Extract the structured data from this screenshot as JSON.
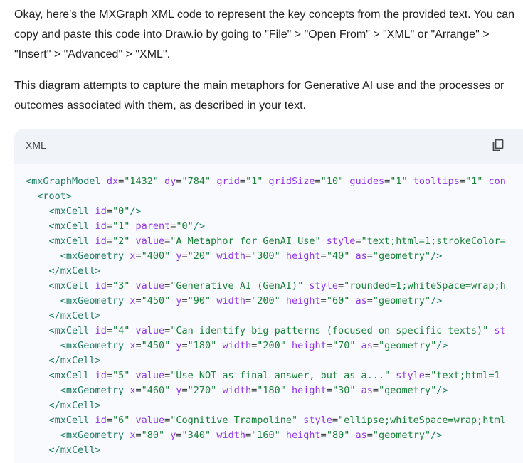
{
  "intro_text": "Okay, here's the MXGraph XML code to represent the key concepts from the provided text. You can copy and paste this code into Draw.io by going to \"File\" > \"Open From\" > \"XML\" or \"Arrange\" > \"Insert\" > \"Advanced\" > \"XML\".",
  "description_text": "This diagram attempts to capture the main metaphors for Generative AI use and the processes or outcomes associated with them, as described in your text.",
  "code_block": {
    "language": "XML",
    "copy_icon": "copy-icon",
    "lines": [
      [
        {
          "t": "tag",
          "v": "<mxGraphModel"
        },
        {
          "t": "punc",
          "v": " "
        },
        {
          "t": "attr",
          "v": "dx"
        },
        {
          "t": "punc",
          "v": "="
        },
        {
          "t": "str",
          "v": "\"1432\""
        },
        {
          "t": "punc",
          "v": " "
        },
        {
          "t": "attr",
          "v": "dy"
        },
        {
          "t": "punc",
          "v": "="
        },
        {
          "t": "str",
          "v": "\"784\""
        },
        {
          "t": "punc",
          "v": " "
        },
        {
          "t": "attr",
          "v": "grid"
        },
        {
          "t": "punc",
          "v": "="
        },
        {
          "t": "str",
          "v": "\"1\""
        },
        {
          "t": "punc",
          "v": " "
        },
        {
          "t": "attr",
          "v": "gridSize"
        },
        {
          "t": "punc",
          "v": "="
        },
        {
          "t": "str",
          "v": "\"10\""
        },
        {
          "t": "punc",
          "v": " "
        },
        {
          "t": "attr",
          "v": "guides"
        },
        {
          "t": "punc",
          "v": "="
        },
        {
          "t": "str",
          "v": "\"1\""
        },
        {
          "t": "punc",
          "v": " "
        },
        {
          "t": "attr",
          "v": "tooltips"
        },
        {
          "t": "punc",
          "v": "="
        },
        {
          "t": "str",
          "v": "\"1\""
        },
        {
          "t": "punc",
          "v": " "
        },
        {
          "t": "attr",
          "v": "con"
        }
      ],
      [
        {
          "t": "punc",
          "v": "  "
        },
        {
          "t": "tag",
          "v": "<root>"
        }
      ],
      [
        {
          "t": "punc",
          "v": "    "
        },
        {
          "t": "tag",
          "v": "<mxCell"
        },
        {
          "t": "punc",
          "v": " "
        },
        {
          "t": "attr",
          "v": "id"
        },
        {
          "t": "punc",
          "v": "="
        },
        {
          "t": "str",
          "v": "\"0\""
        },
        {
          "t": "tag",
          "v": "/>"
        }
      ],
      [
        {
          "t": "punc",
          "v": "    "
        },
        {
          "t": "tag",
          "v": "<mxCell"
        },
        {
          "t": "punc",
          "v": " "
        },
        {
          "t": "attr",
          "v": "id"
        },
        {
          "t": "punc",
          "v": "="
        },
        {
          "t": "str",
          "v": "\"1\""
        },
        {
          "t": "punc",
          "v": " "
        },
        {
          "t": "attr",
          "v": "parent"
        },
        {
          "t": "punc",
          "v": "="
        },
        {
          "t": "str",
          "v": "\"0\""
        },
        {
          "t": "tag",
          "v": "/>"
        }
      ],
      [
        {
          "t": "punc",
          "v": "    "
        },
        {
          "t": "tag",
          "v": "<mxCell"
        },
        {
          "t": "punc",
          "v": " "
        },
        {
          "t": "attr",
          "v": "id"
        },
        {
          "t": "punc",
          "v": "="
        },
        {
          "t": "str",
          "v": "\"2\""
        },
        {
          "t": "punc",
          "v": " "
        },
        {
          "t": "attr",
          "v": "value"
        },
        {
          "t": "punc",
          "v": "="
        },
        {
          "t": "str",
          "v": "\"A Metaphor for GenAI Use\""
        },
        {
          "t": "punc",
          "v": " "
        },
        {
          "t": "attr",
          "v": "style"
        },
        {
          "t": "punc",
          "v": "="
        },
        {
          "t": "str",
          "v": "\"text;html=1;strokeColor="
        }
      ],
      [
        {
          "t": "punc",
          "v": "      "
        },
        {
          "t": "tag",
          "v": "<mxGeometry"
        },
        {
          "t": "punc",
          "v": " "
        },
        {
          "t": "attr",
          "v": "x"
        },
        {
          "t": "punc",
          "v": "="
        },
        {
          "t": "str",
          "v": "\"400\""
        },
        {
          "t": "punc",
          "v": " "
        },
        {
          "t": "attr",
          "v": "y"
        },
        {
          "t": "punc",
          "v": "="
        },
        {
          "t": "str",
          "v": "\"20\""
        },
        {
          "t": "punc",
          "v": " "
        },
        {
          "t": "attr",
          "v": "width"
        },
        {
          "t": "punc",
          "v": "="
        },
        {
          "t": "str",
          "v": "\"300\""
        },
        {
          "t": "punc",
          "v": " "
        },
        {
          "t": "attr",
          "v": "height"
        },
        {
          "t": "punc",
          "v": "="
        },
        {
          "t": "str",
          "v": "\"40\""
        },
        {
          "t": "punc",
          "v": " "
        },
        {
          "t": "attr",
          "v": "as"
        },
        {
          "t": "punc",
          "v": "="
        },
        {
          "t": "str",
          "v": "\"geometry\""
        },
        {
          "t": "tag",
          "v": "/>"
        }
      ],
      [
        {
          "t": "punc",
          "v": "    "
        },
        {
          "t": "tag",
          "v": "</mxCell>"
        }
      ],
      [
        {
          "t": "punc",
          "v": "    "
        },
        {
          "t": "tag",
          "v": "<mxCell"
        },
        {
          "t": "punc",
          "v": " "
        },
        {
          "t": "attr",
          "v": "id"
        },
        {
          "t": "punc",
          "v": "="
        },
        {
          "t": "str",
          "v": "\"3\""
        },
        {
          "t": "punc",
          "v": " "
        },
        {
          "t": "attr",
          "v": "value"
        },
        {
          "t": "punc",
          "v": "="
        },
        {
          "t": "str",
          "v": "\"Generative AI (GenAI)\""
        },
        {
          "t": "punc",
          "v": " "
        },
        {
          "t": "attr",
          "v": "style"
        },
        {
          "t": "punc",
          "v": "="
        },
        {
          "t": "str",
          "v": "\"rounded=1;whiteSpace=wrap;h"
        }
      ],
      [
        {
          "t": "punc",
          "v": "      "
        },
        {
          "t": "tag",
          "v": "<mxGeometry"
        },
        {
          "t": "punc",
          "v": " "
        },
        {
          "t": "attr",
          "v": "x"
        },
        {
          "t": "punc",
          "v": "="
        },
        {
          "t": "str",
          "v": "\"450\""
        },
        {
          "t": "punc",
          "v": " "
        },
        {
          "t": "attr",
          "v": "y"
        },
        {
          "t": "punc",
          "v": "="
        },
        {
          "t": "str",
          "v": "\"90\""
        },
        {
          "t": "punc",
          "v": " "
        },
        {
          "t": "attr",
          "v": "width"
        },
        {
          "t": "punc",
          "v": "="
        },
        {
          "t": "str",
          "v": "\"200\""
        },
        {
          "t": "punc",
          "v": " "
        },
        {
          "t": "attr",
          "v": "height"
        },
        {
          "t": "punc",
          "v": "="
        },
        {
          "t": "str",
          "v": "\"60\""
        },
        {
          "t": "punc",
          "v": " "
        },
        {
          "t": "attr",
          "v": "as"
        },
        {
          "t": "punc",
          "v": "="
        },
        {
          "t": "str",
          "v": "\"geometry\""
        },
        {
          "t": "tag",
          "v": "/>"
        }
      ],
      [
        {
          "t": "punc",
          "v": "    "
        },
        {
          "t": "tag",
          "v": "</mxCell>"
        }
      ],
      [
        {
          "t": "punc",
          "v": "    "
        },
        {
          "t": "tag",
          "v": "<mxCell"
        },
        {
          "t": "punc",
          "v": " "
        },
        {
          "t": "attr",
          "v": "id"
        },
        {
          "t": "punc",
          "v": "="
        },
        {
          "t": "str",
          "v": "\"4\""
        },
        {
          "t": "punc",
          "v": " "
        },
        {
          "t": "attr",
          "v": "value"
        },
        {
          "t": "punc",
          "v": "="
        },
        {
          "t": "str",
          "v": "\"Can identify big patterns (focused on specific texts)\""
        },
        {
          "t": "punc",
          "v": " "
        },
        {
          "t": "attr",
          "v": "st"
        }
      ],
      [
        {
          "t": "punc",
          "v": "      "
        },
        {
          "t": "tag",
          "v": "<mxGeometry"
        },
        {
          "t": "punc",
          "v": " "
        },
        {
          "t": "attr",
          "v": "x"
        },
        {
          "t": "punc",
          "v": "="
        },
        {
          "t": "str",
          "v": "\"450\""
        },
        {
          "t": "punc",
          "v": " "
        },
        {
          "t": "attr",
          "v": "y"
        },
        {
          "t": "punc",
          "v": "="
        },
        {
          "t": "str",
          "v": "\"180\""
        },
        {
          "t": "punc",
          "v": " "
        },
        {
          "t": "attr",
          "v": "width"
        },
        {
          "t": "punc",
          "v": "="
        },
        {
          "t": "str",
          "v": "\"200\""
        },
        {
          "t": "punc",
          "v": " "
        },
        {
          "t": "attr",
          "v": "height"
        },
        {
          "t": "punc",
          "v": "="
        },
        {
          "t": "str",
          "v": "\"70\""
        },
        {
          "t": "punc",
          "v": " "
        },
        {
          "t": "attr",
          "v": "as"
        },
        {
          "t": "punc",
          "v": "="
        },
        {
          "t": "str",
          "v": "\"geometry\""
        },
        {
          "t": "tag",
          "v": "/>"
        }
      ],
      [
        {
          "t": "punc",
          "v": "    "
        },
        {
          "t": "tag",
          "v": "</mxCell>"
        }
      ],
      [
        {
          "t": "punc",
          "v": "    "
        },
        {
          "t": "tag",
          "v": "<mxCell"
        },
        {
          "t": "punc",
          "v": " "
        },
        {
          "t": "attr",
          "v": "id"
        },
        {
          "t": "punc",
          "v": "="
        },
        {
          "t": "str",
          "v": "\"5\""
        },
        {
          "t": "punc",
          "v": " "
        },
        {
          "t": "attr",
          "v": "value"
        },
        {
          "t": "punc",
          "v": "="
        },
        {
          "t": "str",
          "v": "\"Use NOT as final answer, but as a...\""
        },
        {
          "t": "punc",
          "v": " "
        },
        {
          "t": "attr",
          "v": "style"
        },
        {
          "t": "punc",
          "v": "="
        },
        {
          "t": "str",
          "v": "\"text;html=1"
        }
      ],
      [
        {
          "t": "punc",
          "v": "      "
        },
        {
          "t": "tag",
          "v": "<mxGeometry"
        },
        {
          "t": "punc",
          "v": " "
        },
        {
          "t": "attr",
          "v": "x"
        },
        {
          "t": "punc",
          "v": "="
        },
        {
          "t": "str",
          "v": "\"460\""
        },
        {
          "t": "punc",
          "v": " "
        },
        {
          "t": "attr",
          "v": "y"
        },
        {
          "t": "punc",
          "v": "="
        },
        {
          "t": "str",
          "v": "\"270\""
        },
        {
          "t": "punc",
          "v": " "
        },
        {
          "t": "attr",
          "v": "width"
        },
        {
          "t": "punc",
          "v": "="
        },
        {
          "t": "str",
          "v": "\"180\""
        },
        {
          "t": "punc",
          "v": " "
        },
        {
          "t": "attr",
          "v": "height"
        },
        {
          "t": "punc",
          "v": "="
        },
        {
          "t": "str",
          "v": "\"30\""
        },
        {
          "t": "punc",
          "v": " "
        },
        {
          "t": "attr",
          "v": "as"
        },
        {
          "t": "punc",
          "v": "="
        },
        {
          "t": "str",
          "v": "\"geometry\""
        },
        {
          "t": "tag",
          "v": "/>"
        }
      ],
      [
        {
          "t": "punc",
          "v": "    "
        },
        {
          "t": "tag",
          "v": "</mxCell>"
        }
      ],
      [
        {
          "t": "punc",
          "v": "    "
        },
        {
          "t": "tag",
          "v": "<mxCell"
        },
        {
          "t": "punc",
          "v": " "
        },
        {
          "t": "attr",
          "v": "id"
        },
        {
          "t": "punc",
          "v": "="
        },
        {
          "t": "str",
          "v": "\"6\""
        },
        {
          "t": "punc",
          "v": " "
        },
        {
          "t": "attr",
          "v": "value"
        },
        {
          "t": "punc",
          "v": "="
        },
        {
          "t": "str",
          "v": "\"Cognitive Trampoline\""
        },
        {
          "t": "punc",
          "v": " "
        },
        {
          "t": "attr",
          "v": "style"
        },
        {
          "t": "punc",
          "v": "="
        },
        {
          "t": "str",
          "v": "\"ellipse;whiteSpace=wrap;html"
        }
      ],
      [
        {
          "t": "punc",
          "v": "      "
        },
        {
          "t": "tag",
          "v": "<mxGeometry"
        },
        {
          "t": "punc",
          "v": " "
        },
        {
          "t": "attr",
          "v": "x"
        },
        {
          "t": "punc",
          "v": "="
        },
        {
          "t": "str",
          "v": "\"80\""
        },
        {
          "t": "punc",
          "v": " "
        },
        {
          "t": "attr",
          "v": "y"
        },
        {
          "t": "punc",
          "v": "="
        },
        {
          "t": "str",
          "v": "\"340\""
        },
        {
          "t": "punc",
          "v": " "
        },
        {
          "t": "attr",
          "v": "width"
        },
        {
          "t": "punc",
          "v": "="
        },
        {
          "t": "str",
          "v": "\"160\""
        },
        {
          "t": "punc",
          "v": " "
        },
        {
          "t": "attr",
          "v": "height"
        },
        {
          "t": "punc",
          "v": "="
        },
        {
          "t": "str",
          "v": "\"80\""
        },
        {
          "t": "punc",
          "v": " "
        },
        {
          "t": "attr",
          "v": "as"
        },
        {
          "t": "punc",
          "v": "="
        },
        {
          "t": "str",
          "v": "\"geometry\""
        },
        {
          "t": "tag",
          "v": "/>"
        }
      ],
      [
        {
          "t": "punc",
          "v": "    "
        },
        {
          "t": "tag",
          "v": "</mxCell>"
        }
      ]
    ]
  }
}
